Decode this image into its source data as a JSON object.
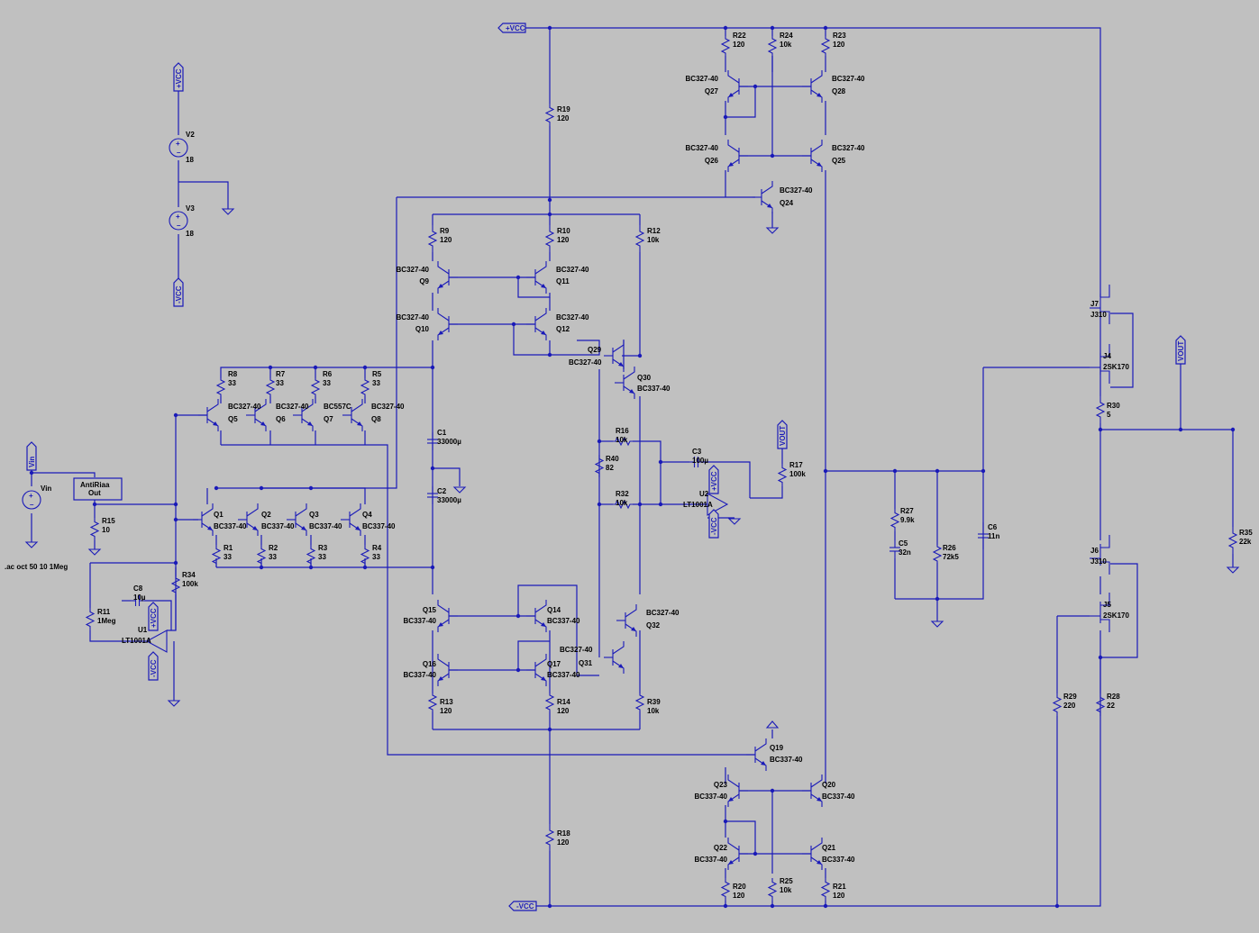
{
  "colors": {
    "background": "#c0c0c0",
    "wire": "#1a1ab8",
    "text": "#000000"
  },
  "spice_directive": ".ac oct 50 10 1Meg",
  "nets": {
    "vcc_pos": "+VCC",
    "vcc_neg": "-VCC",
    "vin": "Vin",
    "vout": "VOUT"
  },
  "subcircuit": {
    "line1": "AntiRiaa",
    "line2": "Out"
  },
  "sources": [
    {
      "ref": "V2",
      "value": "18"
    },
    {
      "ref": "V3",
      "value": "18"
    },
    {
      "ref": "Vin",
      "value": ""
    }
  ],
  "opamps": [
    {
      "ref": "U1",
      "model": "LT1001A"
    },
    {
      "ref": "U2",
      "model": "LT1001A"
    }
  ],
  "resistors": [
    {
      "ref": "R1",
      "value": "33"
    },
    {
      "ref": "R2",
      "value": "33"
    },
    {
      "ref": "R3",
      "value": "33"
    },
    {
      "ref": "R4",
      "value": "33"
    },
    {
      "ref": "R5",
      "value": "33"
    },
    {
      "ref": "R6",
      "value": "33"
    },
    {
      "ref": "R7",
      "value": "33"
    },
    {
      "ref": "R8",
      "value": "33"
    },
    {
      "ref": "R9",
      "value": "120"
    },
    {
      "ref": "R10",
      "value": "120"
    },
    {
      "ref": "R11",
      "value": "1Meg"
    },
    {
      "ref": "R12",
      "value": "10k"
    },
    {
      "ref": "R13",
      "value": "120"
    },
    {
      "ref": "R14",
      "value": "120"
    },
    {
      "ref": "R15",
      "value": "10"
    },
    {
      "ref": "R16",
      "value": "10k"
    },
    {
      "ref": "R17",
      "value": "100k"
    },
    {
      "ref": "R18",
      "value": "120"
    },
    {
      "ref": "R19",
      "value": "120"
    },
    {
      "ref": "R20",
      "value": "120"
    },
    {
      "ref": "R21",
      "value": "120"
    },
    {
      "ref": "R22",
      "value": "120"
    },
    {
      "ref": "R23",
      "value": "120"
    },
    {
      "ref": "R24",
      "value": "10k"
    },
    {
      "ref": "R25",
      "value": "10k"
    },
    {
      "ref": "R26",
      "value": "72k5"
    },
    {
      "ref": "R27",
      "value": "9.9k"
    },
    {
      "ref": "R28",
      "value": "22"
    },
    {
      "ref": "R29",
      "value": "220"
    },
    {
      "ref": "R30",
      "value": "5"
    },
    {
      "ref": "R32",
      "value": "10k"
    },
    {
      "ref": "R34",
      "value": "100k"
    },
    {
      "ref": "R35",
      "value": "22k"
    },
    {
      "ref": "R39",
      "value": "10k"
    },
    {
      "ref": "R40",
      "value": "82"
    }
  ],
  "capacitors": [
    {
      "ref": "C1",
      "value": "33000µ"
    },
    {
      "ref": "C2",
      "value": "33000µ"
    },
    {
      "ref": "C3",
      "value": "100µ"
    },
    {
      "ref": "C5",
      "value": "32n"
    },
    {
      "ref": "C6",
      "value": "11n"
    },
    {
      "ref": "C8",
      "value": "10µ"
    }
  ],
  "transistors": [
    {
      "ref": "Q1",
      "model": "BC337-40"
    },
    {
      "ref": "Q2",
      "model": "BC337-40"
    },
    {
      "ref": "Q3",
      "model": "BC337-40"
    },
    {
      "ref": "Q4",
      "model": "BC337-40"
    },
    {
      "ref": "Q5",
      "model": "BC327-40"
    },
    {
      "ref": "Q6",
      "model": "BC327-40"
    },
    {
      "ref": "Q7",
      "model": "BC557C"
    },
    {
      "ref": "Q8",
      "model": "BC327-40"
    },
    {
      "ref": "Q9",
      "model": "BC327-40"
    },
    {
      "ref": "Q10",
      "model": "BC327-40"
    },
    {
      "ref": "Q11",
      "model": "BC327-40"
    },
    {
      "ref": "Q12",
      "model": "BC327-40"
    },
    {
      "ref": "Q14",
      "model": "BC337-40"
    },
    {
      "ref": "Q15",
      "model": "BC337-40"
    },
    {
      "ref": "Q16",
      "model": "BC337-40"
    },
    {
      "ref": "Q17",
      "model": "BC337-40"
    },
    {
      "ref": "Q19",
      "model": "BC337-40"
    },
    {
      "ref": "Q20",
      "model": "BC337-40"
    },
    {
      "ref": "Q21",
      "model": "BC337-40"
    },
    {
      "ref": "Q22",
      "model": "BC337-40"
    },
    {
      "ref": "Q23",
      "model": "BC337-40"
    },
    {
      "ref": "Q24",
      "model": "BC327-40"
    },
    {
      "ref": "Q25",
      "model": "BC327-40"
    },
    {
      "ref": "Q26",
      "model": "BC327-40"
    },
    {
      "ref": "Q27",
      "model": "BC327-40"
    },
    {
      "ref": "Q28",
      "model": "BC327-40"
    },
    {
      "ref": "Q29",
      "model": "BC327-40"
    },
    {
      "ref": "Q30",
      "model": "BC337-40"
    },
    {
      "ref": "Q31",
      "model": "BC327-40"
    },
    {
      "ref": "Q32",
      "model": "BC327-40"
    }
  ],
  "fets": [
    {
      "ref": "J4",
      "model": "2SK170"
    },
    {
      "ref": "J5",
      "model": "2SK170"
    },
    {
      "ref": "J6",
      "model": "J310"
    },
    {
      "ref": "J7",
      "model": "J310"
    }
  ]
}
